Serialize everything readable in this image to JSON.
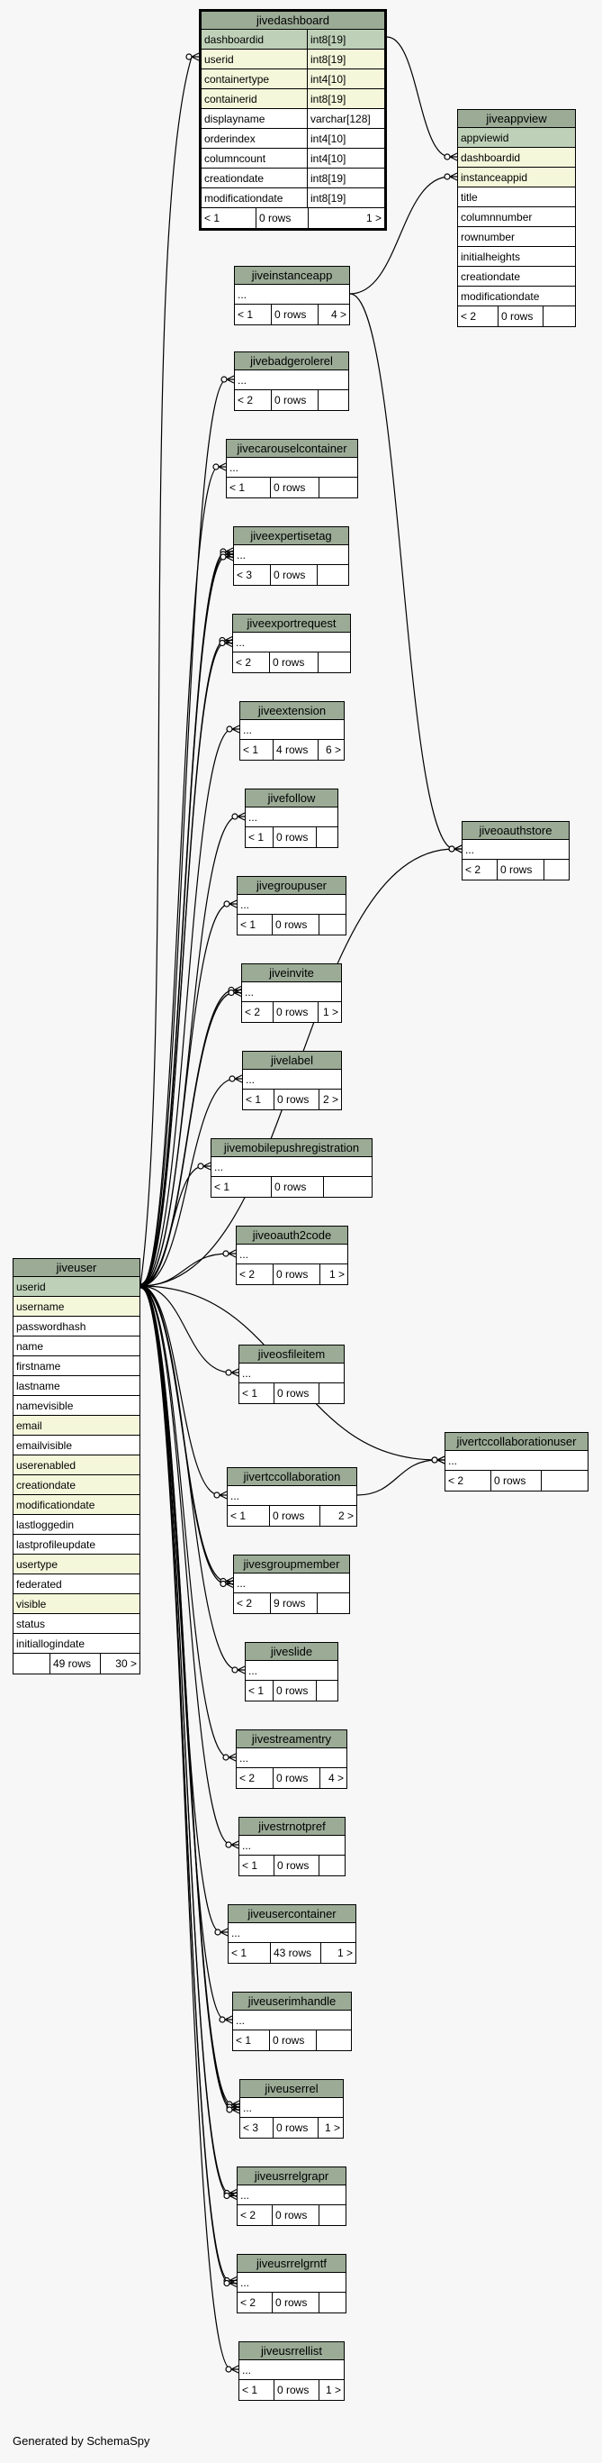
{
  "footer": "Generated by SchemaSpy",
  "tables": [
    {
      "id": "jivedashboard",
      "name": "jivedashboard",
      "thick": true,
      "cols": [
        {
          "n": "dashboardid",
          "t": "int8[19]",
          "k": "pk"
        },
        {
          "n": "userid",
          "t": "int8[19]",
          "k": "idx"
        },
        {
          "n": "containertype",
          "t": "int4[10]",
          "k": "idx"
        },
        {
          "n": "containerid",
          "t": "int8[19]",
          "k": "idx"
        },
        {
          "n": "displayname",
          "t": "varchar[128]",
          "k": ""
        },
        {
          "n": "orderindex",
          "t": "int4[10]",
          "k": ""
        },
        {
          "n": "columncount",
          "t": "int4[10]",
          "k": ""
        },
        {
          "n": "creationdate",
          "t": "int8[19]",
          "k": ""
        },
        {
          "n": "modificationdate",
          "t": "int8[19]",
          "k": ""
        }
      ],
      "foot": [
        "< 1",
        "0 rows",
        "1 >"
      ]
    },
    {
      "id": "jiveappview",
      "name": "jiveappview",
      "cols": [
        {
          "n": "appviewid",
          "k": "pk"
        },
        {
          "n": "dashboardid",
          "k": "idx"
        },
        {
          "n": "instanceappid",
          "k": "idx"
        },
        {
          "n": "title",
          "k": ""
        },
        {
          "n": "columnnumber",
          "k": ""
        },
        {
          "n": "rownumber",
          "k": ""
        },
        {
          "n": "initialheights",
          "k": ""
        },
        {
          "n": "creationdate",
          "k": ""
        },
        {
          "n": "modificationdate",
          "k": ""
        }
      ],
      "foot": [
        "< 2",
        "0 rows",
        ""
      ]
    },
    {
      "id": "jiveinstanceapp",
      "name": "jiveinstanceapp",
      "cols": [
        {
          "n": "...",
          "k": ""
        }
      ],
      "foot": [
        "< 1",
        "0 rows",
        "4 >"
      ]
    },
    {
      "id": "jivebadgerolerel",
      "name": "jivebadgerolerel",
      "cols": [
        {
          "n": "...",
          "k": ""
        }
      ],
      "foot": [
        "< 2",
        "0 rows",
        ""
      ]
    },
    {
      "id": "jivecarouselcontainer",
      "name": "jivecarouselcontainer",
      "cols": [
        {
          "n": "...",
          "k": ""
        }
      ],
      "foot": [
        "< 1",
        "0 rows",
        ""
      ]
    },
    {
      "id": "jiveexpertisetag",
      "name": "jiveexpertisetag",
      "cols": [
        {
          "n": "...",
          "k": ""
        }
      ],
      "foot": [
        "< 3",
        "0 rows",
        ""
      ]
    },
    {
      "id": "jiveexportrequest",
      "name": "jiveexportrequest",
      "cols": [
        {
          "n": "...",
          "k": ""
        }
      ],
      "foot": [
        "< 2",
        "0 rows",
        ""
      ]
    },
    {
      "id": "jiveextension",
      "name": "jiveextension",
      "cols": [
        {
          "n": "...",
          "k": ""
        }
      ],
      "foot": [
        "< 1",
        "4 rows",
        "6 >"
      ]
    },
    {
      "id": "jivefollow",
      "name": "jivefollow",
      "cols": [
        {
          "n": "...",
          "k": ""
        }
      ],
      "foot": [
        "< 1",
        "0 rows",
        ""
      ]
    },
    {
      "id": "jivegroupuser",
      "name": "jivegroupuser",
      "cols": [
        {
          "n": "...",
          "k": ""
        }
      ],
      "foot": [
        "< 1",
        "0 rows",
        ""
      ]
    },
    {
      "id": "jiveinvite",
      "name": "jiveinvite",
      "cols": [
        {
          "n": "...",
          "k": ""
        }
      ],
      "foot": [
        "< 2",
        "0 rows",
        "1 >"
      ]
    },
    {
      "id": "jivelabel",
      "name": "jivelabel",
      "cols": [
        {
          "n": "...",
          "k": ""
        }
      ],
      "foot": [
        "< 1",
        "0 rows",
        "2 >"
      ]
    },
    {
      "id": "jivemobilepushregistration",
      "name": "jivemobilepushregistration",
      "cols": [
        {
          "n": "...",
          "k": ""
        }
      ],
      "foot": [
        "< 1",
        "0 rows",
        ""
      ]
    },
    {
      "id": "jiveoauth2code",
      "name": "jiveoauth2code",
      "cols": [
        {
          "n": "...",
          "k": ""
        }
      ],
      "foot": [
        "< 2",
        "0 rows",
        "1 >"
      ]
    },
    {
      "id": "jiveoauthstore",
      "name": "jiveoauthstore",
      "cols": [
        {
          "n": "...",
          "k": ""
        }
      ],
      "foot": [
        "< 2",
        "0 rows",
        ""
      ]
    },
    {
      "id": "jiveuser",
      "name": "jiveuser",
      "cols": [
        {
          "n": "userid",
          "k": "pk"
        },
        {
          "n": "username",
          "k": "idx"
        },
        {
          "n": "passwordhash",
          "k": ""
        },
        {
          "n": "name",
          "k": ""
        },
        {
          "n": "firstname",
          "k": ""
        },
        {
          "n": "lastname",
          "k": ""
        },
        {
          "n": "namevisible",
          "k": ""
        },
        {
          "n": "email",
          "k": "idx"
        },
        {
          "n": "emailvisible",
          "k": ""
        },
        {
          "n": "userenabled",
          "k": "idx"
        },
        {
          "n": "creationdate",
          "k": "idx"
        },
        {
          "n": "modificationdate",
          "k": "idx"
        },
        {
          "n": "lastloggedin",
          "k": ""
        },
        {
          "n": "lastprofileupdate",
          "k": ""
        },
        {
          "n": "usertype",
          "k": "idx"
        },
        {
          "n": "federated",
          "k": ""
        },
        {
          "n": "visible",
          "k": "idx"
        },
        {
          "n": "status",
          "k": ""
        },
        {
          "n": "initiallogindate",
          "k": ""
        }
      ],
      "foot": [
        "",
        "49 rows",
        "30 >"
      ]
    },
    {
      "id": "jiveosfileitem",
      "name": "jiveosfileitem",
      "cols": [
        {
          "n": "...",
          "k": ""
        }
      ],
      "foot": [
        "< 1",
        "0 rows",
        ""
      ]
    },
    {
      "id": "jivertccollaborationuser",
      "name": "jivertccollaborationuser",
      "cols": [
        {
          "n": "...",
          "k": ""
        }
      ],
      "foot": [
        "< 2",
        "0 rows",
        ""
      ]
    },
    {
      "id": "jivertccollaboration",
      "name": "jivertccollaboration",
      "cols": [
        {
          "n": "...",
          "k": ""
        }
      ],
      "foot": [
        "< 1",
        "0 rows",
        "2 >"
      ]
    },
    {
      "id": "jivesgroupmember",
      "name": "jivesgroupmember",
      "cols": [
        {
          "n": "...",
          "k": ""
        }
      ],
      "foot": [
        "< 2",
        "9 rows",
        ""
      ]
    },
    {
      "id": "jiveslide",
      "name": "jiveslide",
      "cols": [
        {
          "n": "...",
          "k": ""
        }
      ],
      "foot": [
        "< 1",
        "0 rows",
        ""
      ]
    },
    {
      "id": "jivestreamentry",
      "name": "jivestreamentry",
      "cols": [
        {
          "n": "...",
          "k": ""
        }
      ],
      "foot": [
        "< 2",
        "0 rows",
        "4 >"
      ]
    },
    {
      "id": "jivestrnotpref",
      "name": "jivestrnotpref",
      "cols": [
        {
          "n": "...",
          "k": ""
        }
      ],
      "foot": [
        "< 1",
        "0 rows",
        ""
      ]
    },
    {
      "id": "jiveusercontainer",
      "name": "jiveusercontainer",
      "cols": [
        {
          "n": "...",
          "k": ""
        }
      ],
      "foot": [
        "< 1",
        "43 rows",
        "1 >"
      ]
    },
    {
      "id": "jiveuserimhandle",
      "name": "jiveuserimhandle",
      "cols": [
        {
          "n": "...",
          "k": ""
        }
      ],
      "foot": [
        "< 1",
        "0 rows",
        ""
      ]
    },
    {
      "id": "jiveuserrel",
      "name": "jiveuserrel",
      "cols": [
        {
          "n": "...",
          "k": ""
        }
      ],
      "foot": [
        "< 3",
        "0 rows",
        "1 >"
      ]
    },
    {
      "id": "jiveusrrelgrapr",
      "name": "jiveusrrelgrapr",
      "cols": [
        {
          "n": "...",
          "k": ""
        }
      ],
      "foot": [
        "< 2",
        "0 rows",
        ""
      ]
    },
    {
      "id": "jiveusrrelgrntf",
      "name": "jiveusrrelgrntf",
      "cols": [
        {
          "n": "...",
          "k": ""
        }
      ],
      "foot": [
        "< 2",
        "0 rows",
        ""
      ]
    },
    {
      "id": "jiveusrrellist",
      "name": "jiveusrrellist",
      "cols": [
        {
          "n": "...",
          "k": ""
        }
      ],
      "foot": [
        "< 1",
        "0 rows",
        "1 >"
      ]
    }
  ],
  "relations": [
    {
      "from": "jivedashboard",
      "to": "jiveappview",
      "to_col": 1
    },
    {
      "from": "jiveinstanceapp",
      "to": "jiveappview",
      "to_col": 2
    },
    {
      "from": "jiveinstanceapp",
      "to": "jiveoauthstore",
      "to_col": 0
    },
    {
      "from": "jiveuser",
      "to": "jivedashboard",
      "to_col": 1
    },
    {
      "from": "jiveuser",
      "to": "jivebadgerolerel",
      "to_col": 0
    },
    {
      "from": "jiveuser",
      "to": "jivecarouselcontainer",
      "to_col": 0
    },
    {
      "from": "jiveuser",
      "to": "jiveexpertisetag",
      "to_col": 0,
      "count": 3
    },
    {
      "from": "jiveuser",
      "to": "jiveexportrequest",
      "to_col": 0,
      "count": 2
    },
    {
      "from": "jiveuser",
      "to": "jiveextension",
      "to_col": 0
    },
    {
      "from": "jiveuser",
      "to": "jivefollow",
      "to_col": 0
    },
    {
      "from": "jiveuser",
      "to": "jivegroupuser",
      "to_col": 0
    },
    {
      "from": "jiveuser",
      "to": "jiveinvite",
      "to_col": 0,
      "count": 2
    },
    {
      "from": "jiveuser",
      "to": "jivelabel",
      "to_col": 0
    },
    {
      "from": "jiveuser",
      "to": "jivemobilepushregistration",
      "to_col": 0
    },
    {
      "from": "jiveuser",
      "to": "jiveoauth2code",
      "to_col": 0
    },
    {
      "from": "jiveuser",
      "to": "jiveoauthstore",
      "to_col": 0
    },
    {
      "from": "jiveuser",
      "to": "jiveosfileitem",
      "to_col": 0
    },
    {
      "from": "jiveuser",
      "to": "jivertccollaborationuser",
      "to_col": 0
    },
    {
      "from": "jivertccollaboration",
      "to": "jivertccollaborationuser",
      "to_col": 0
    },
    {
      "from": "jiveuser",
      "to": "jivertccollaboration",
      "to_col": 0
    },
    {
      "from": "jiveuser",
      "to": "jivesgroupmember",
      "to_col": 0,
      "count": 2
    },
    {
      "from": "jiveuser",
      "to": "jiveslide",
      "to_col": 0
    },
    {
      "from": "jiveuser",
      "to": "jivestreamentry",
      "to_col": 0
    },
    {
      "from": "jiveuser",
      "to": "jivestrnotpref",
      "to_col": 0
    },
    {
      "from": "jiveuser",
      "to": "jiveusercontainer",
      "to_col": 0
    },
    {
      "from": "jiveuser",
      "to": "jiveuserimhandle",
      "to_col": 0
    },
    {
      "from": "jiveuser",
      "to": "jiveuserrel",
      "to_col": 0,
      "count": 3
    },
    {
      "from": "jiveuser",
      "to": "jiveusrrelgrapr",
      "to_col": 0,
      "count": 2
    },
    {
      "from": "jiveuser",
      "to": "jiveusrrelgrntf",
      "to_col": 0,
      "count": 2
    },
    {
      "from": "jiveuser",
      "to": "jiveusrrellist",
      "to_col": 0
    }
  ]
}
